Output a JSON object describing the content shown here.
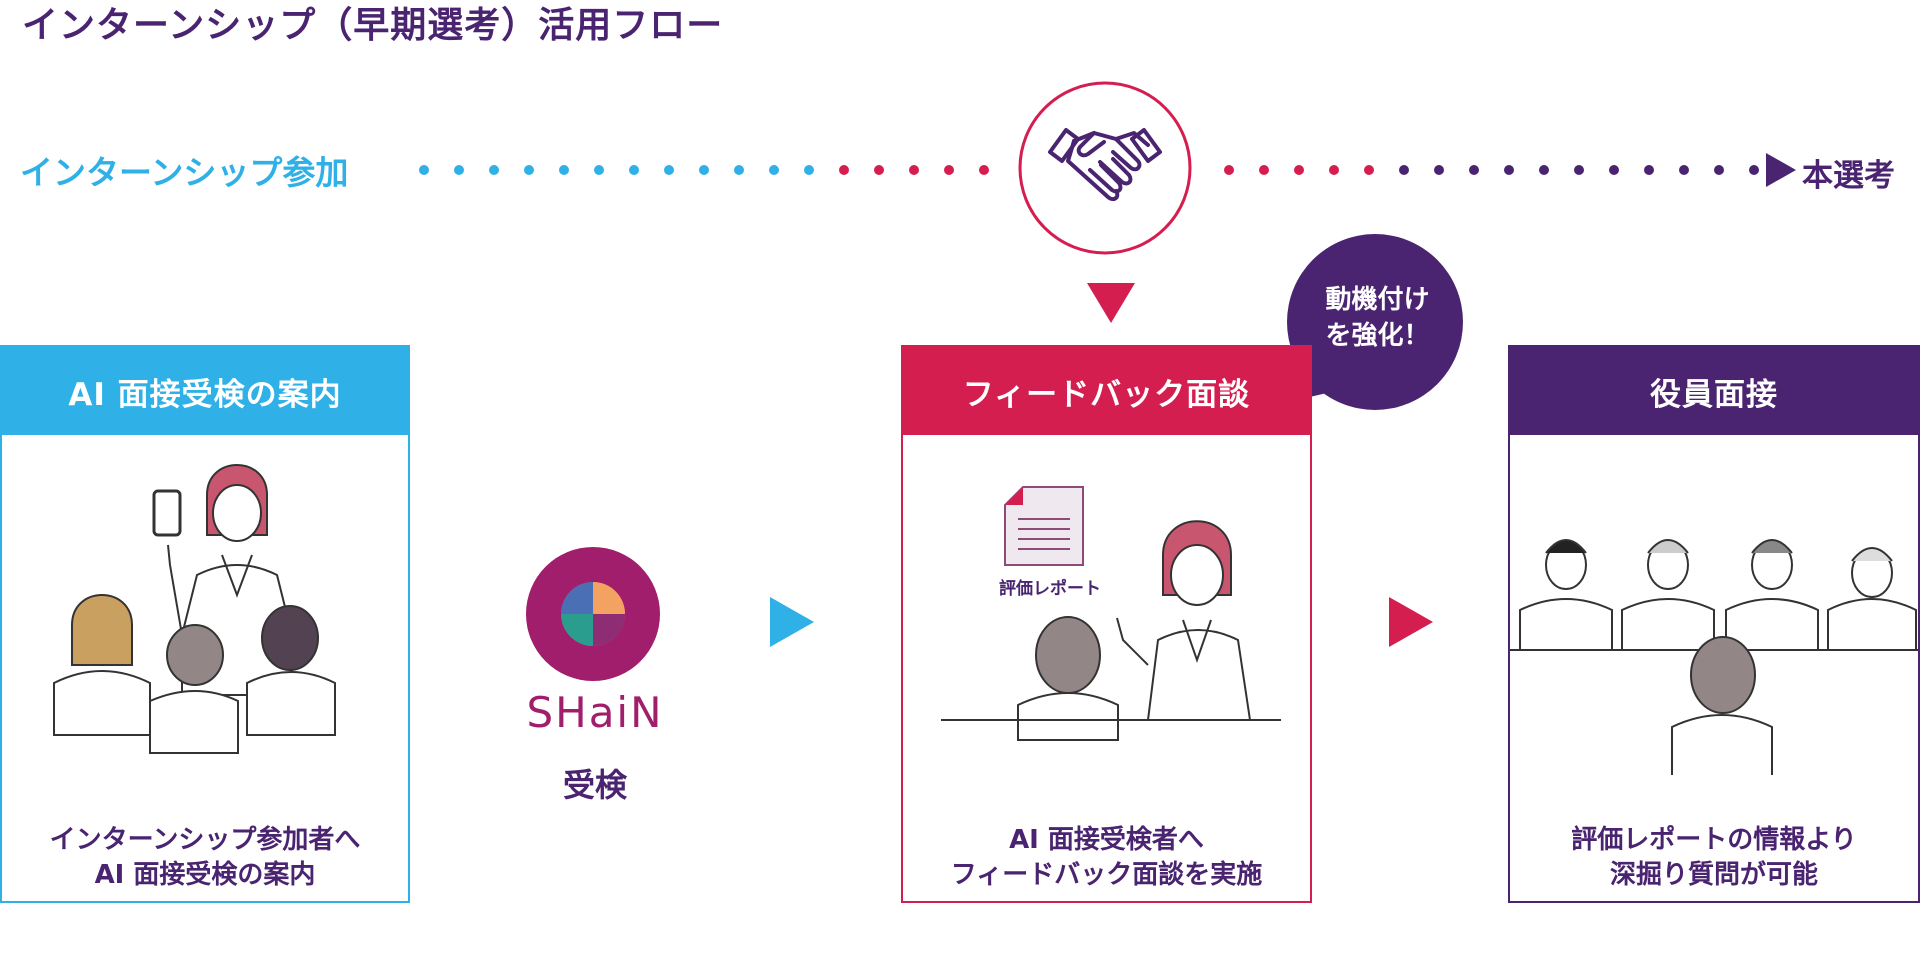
{
  "title": "インターンシップ（早期選考）活用フロー",
  "timeline": {
    "start_label": "インターンシップ参加",
    "end_label": "本選考",
    "colors": {
      "start": "#2fb0e6",
      "middle": "#d41e4f",
      "end": "#4a2470"
    },
    "center_icon": "handshake-icon"
  },
  "cards": [
    {
      "header": "AI 面接受検の案内",
      "caption": [
        "インターンシップ参加者へ",
        "AI 面接受検の案内"
      ],
      "color": "#2fb0e6"
    },
    {
      "header": "フィードバック面談",
      "caption": [
        "AI 面接受検者へ",
        "フィードバック面談を実施"
      ],
      "color": "#d41e4f"
    },
    {
      "header": "役員面接",
      "caption": [
        "評価レポートの情報より",
        "深掘り質問が可能"
      ],
      "color": "#4a2470"
    }
  ],
  "shain": {
    "logo_text": "SHaiN",
    "label": "受検"
  },
  "speech_bubble": {
    "lines": [
      "動機付け",
      "を強化！"
    ]
  },
  "report_doc": {
    "label": "評価レポート"
  }
}
